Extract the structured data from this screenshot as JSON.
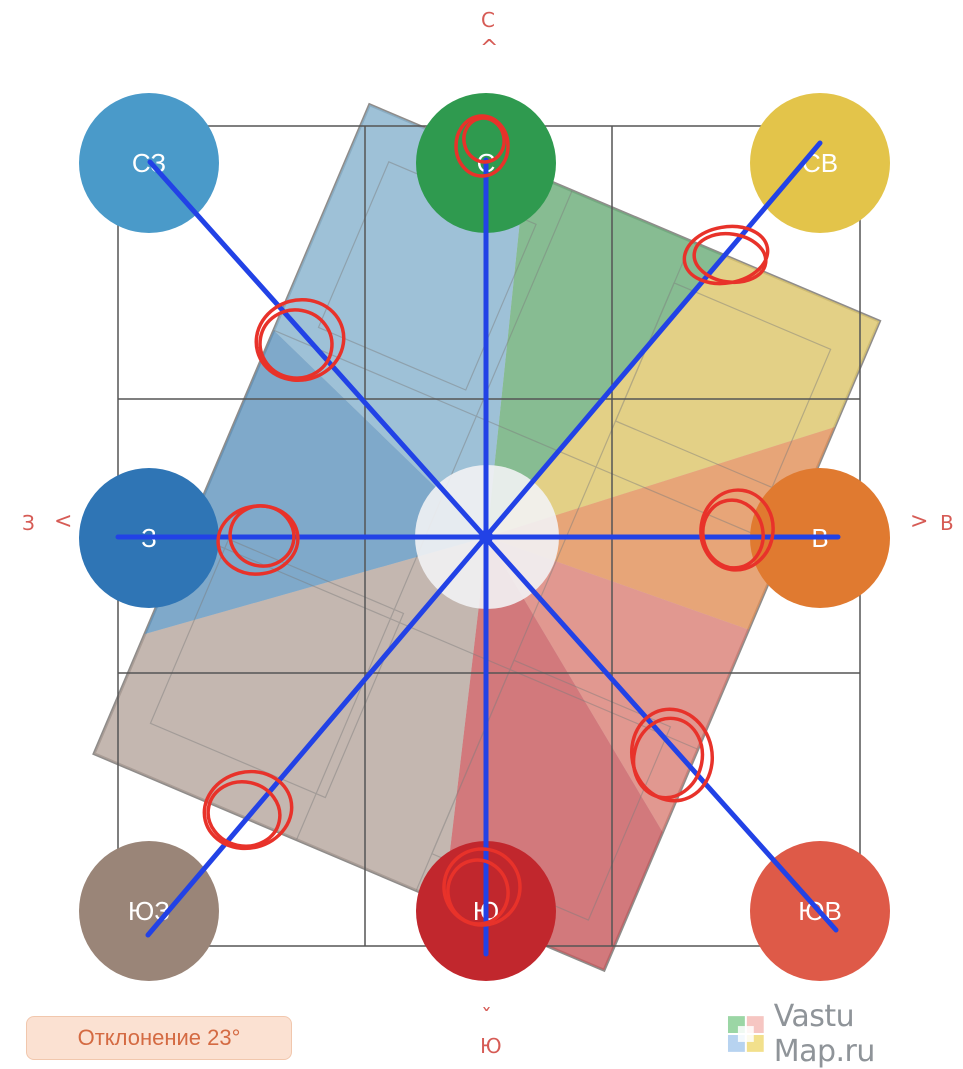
{
  "compass": {
    "north": "С",
    "south": "Ю",
    "west": "З",
    "east": "В"
  },
  "zones": [
    {
      "id": "nw",
      "label": "СЗ",
      "color": "#4a9ac9"
    },
    {
      "id": "n",
      "label": "С",
      "color": "#2f9a4f"
    },
    {
      "id": "ne",
      "label": "СВ",
      "color": "#e3c44a"
    },
    {
      "id": "w",
      "label": "З",
      "color": "#2f75b5"
    },
    {
      "id": "e",
      "label": "В",
      "color": "#e07a30"
    },
    {
      "id": "sw",
      "label": "ЮЗ",
      "color": "#9a8578"
    },
    {
      "id": "s",
      "label": "Ю",
      "color": "#c1272d"
    },
    {
      "id": "se",
      "label": "ЮВ",
      "color": "#de5a48"
    }
  ],
  "deviation": {
    "label": "Отклонение 23°",
    "angle_deg": 23
  },
  "brand": {
    "name": "Vastu Map.ru"
  },
  "colors": {
    "axis_line": "#2242e6",
    "annotation": "#e8322a",
    "compass_text": "#d65b55",
    "grid_line": "#555555"
  }
}
